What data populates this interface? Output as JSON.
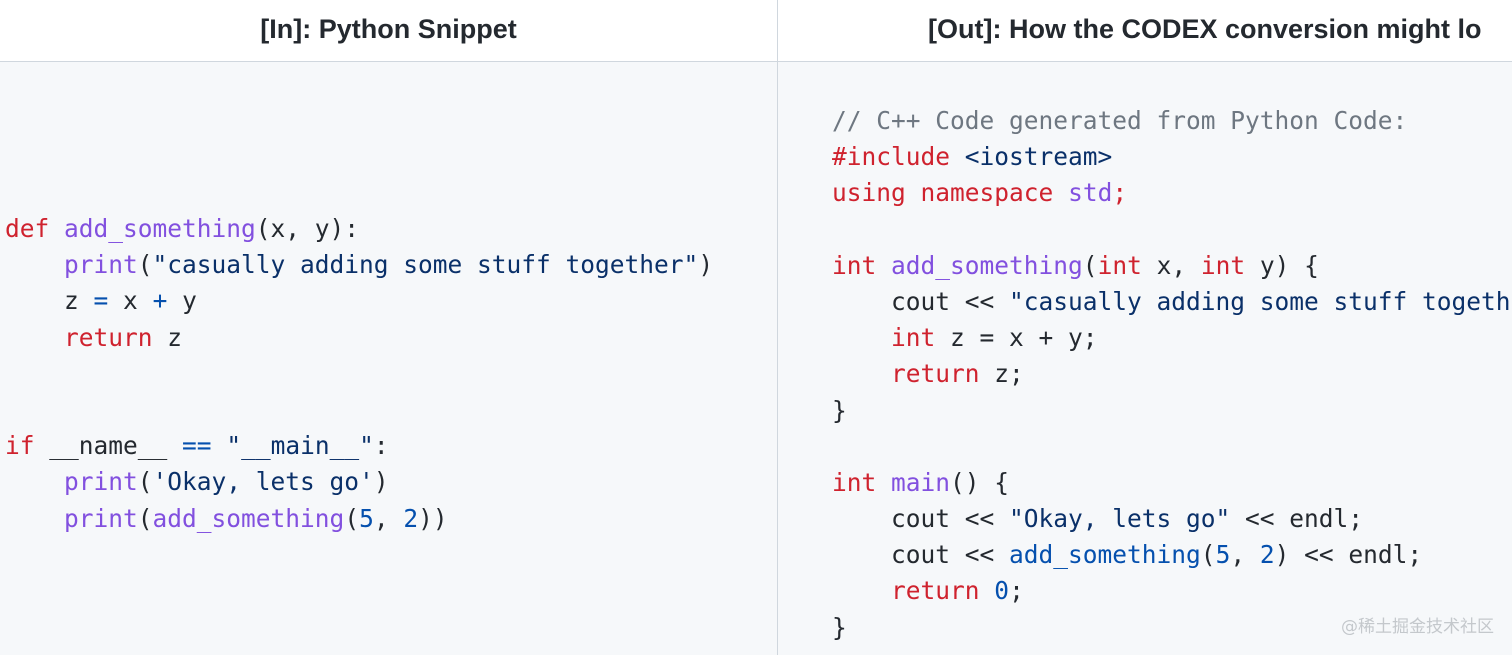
{
  "headers": {
    "left": "[In]: Python Snippet",
    "right": "[Out]: How the CODEX conversion might lo"
  },
  "python_code": {
    "line1": {
      "kw": "def",
      "fn": "add_something",
      "rest": "(x, y):"
    },
    "line2": {
      "indent": "    ",
      "fn": "print",
      "open": "(",
      "str": "\"casually adding some stuff together\"",
      "close": ")"
    },
    "line3": {
      "indent": "    ",
      "a": "z ",
      "op1": "=",
      "b": " x ",
      "op2": "+",
      "c": " y"
    },
    "line4": {
      "indent": "    ",
      "kw": "return",
      "rest": " z"
    },
    "line7": {
      "kw": "if",
      "a": " __name__ ",
      "op": "==",
      "b": " ",
      "str": "\"__main__\"",
      "c": ":"
    },
    "line8": {
      "indent": "    ",
      "fn": "print",
      "open": "(",
      "str": "'Okay, lets go'",
      "close": ")"
    },
    "line9": {
      "indent": "    ",
      "fn": "print",
      "open": "(",
      "fn2": "add_something",
      "open2": "(",
      "n1": "5",
      "sep": ", ",
      "n2": "2",
      "close": "))"
    }
  },
  "cpp_code": {
    "comment": "// C++ Code generated from Python Code:",
    "include": {
      "kw": "#include",
      "sp": " ",
      "lib": "<iostream>"
    },
    "using": {
      "kw1": "using",
      "sp1": " ",
      "kw2": "namespace",
      "sp2": " ",
      "ns": "std",
      "semi": ";"
    },
    "fn_sig": {
      "t1": "int",
      "sp": " ",
      "fn": "add_something",
      "p1": "(",
      "t2": "int",
      "p2": " x, ",
      "t3": "int",
      "p3": " y) {"
    },
    "cout1": {
      "indent": "    ",
      "a": "cout << ",
      "str": "\"casually adding some stuff togeth"
    },
    "decl": {
      "indent": "    ",
      "t": "int",
      "rest": " z = x + y;"
    },
    "ret1": {
      "indent": "    ",
      "kw": "return",
      "rest": " z;"
    },
    "close1": "}",
    "main_sig": {
      "t": "int",
      "sp": " ",
      "fn": "main",
      "rest": "() {"
    },
    "cout2": {
      "indent": "    ",
      "a": "cout << ",
      "str": "\"Okay, lets go\"",
      "b": " << endl;"
    },
    "cout3": {
      "indent": "    ",
      "a": "cout << ",
      "fn": "add_something",
      "p": "(",
      "n1": "5",
      "sep": ", ",
      "n2": "2",
      "b": ") << endl;"
    },
    "ret2": {
      "indent": "    ",
      "kw": "return",
      "sp": " ",
      "n": "0",
      "semi": ";"
    },
    "close2": "}"
  },
  "watermark": "@稀土掘金技术社区",
  "colors": {
    "keyword": "#cf222e",
    "function": "#8250df",
    "string": "#0a3069",
    "comment": "#6e7781",
    "number": "#0550ae",
    "background": "#f6f8fa"
  }
}
